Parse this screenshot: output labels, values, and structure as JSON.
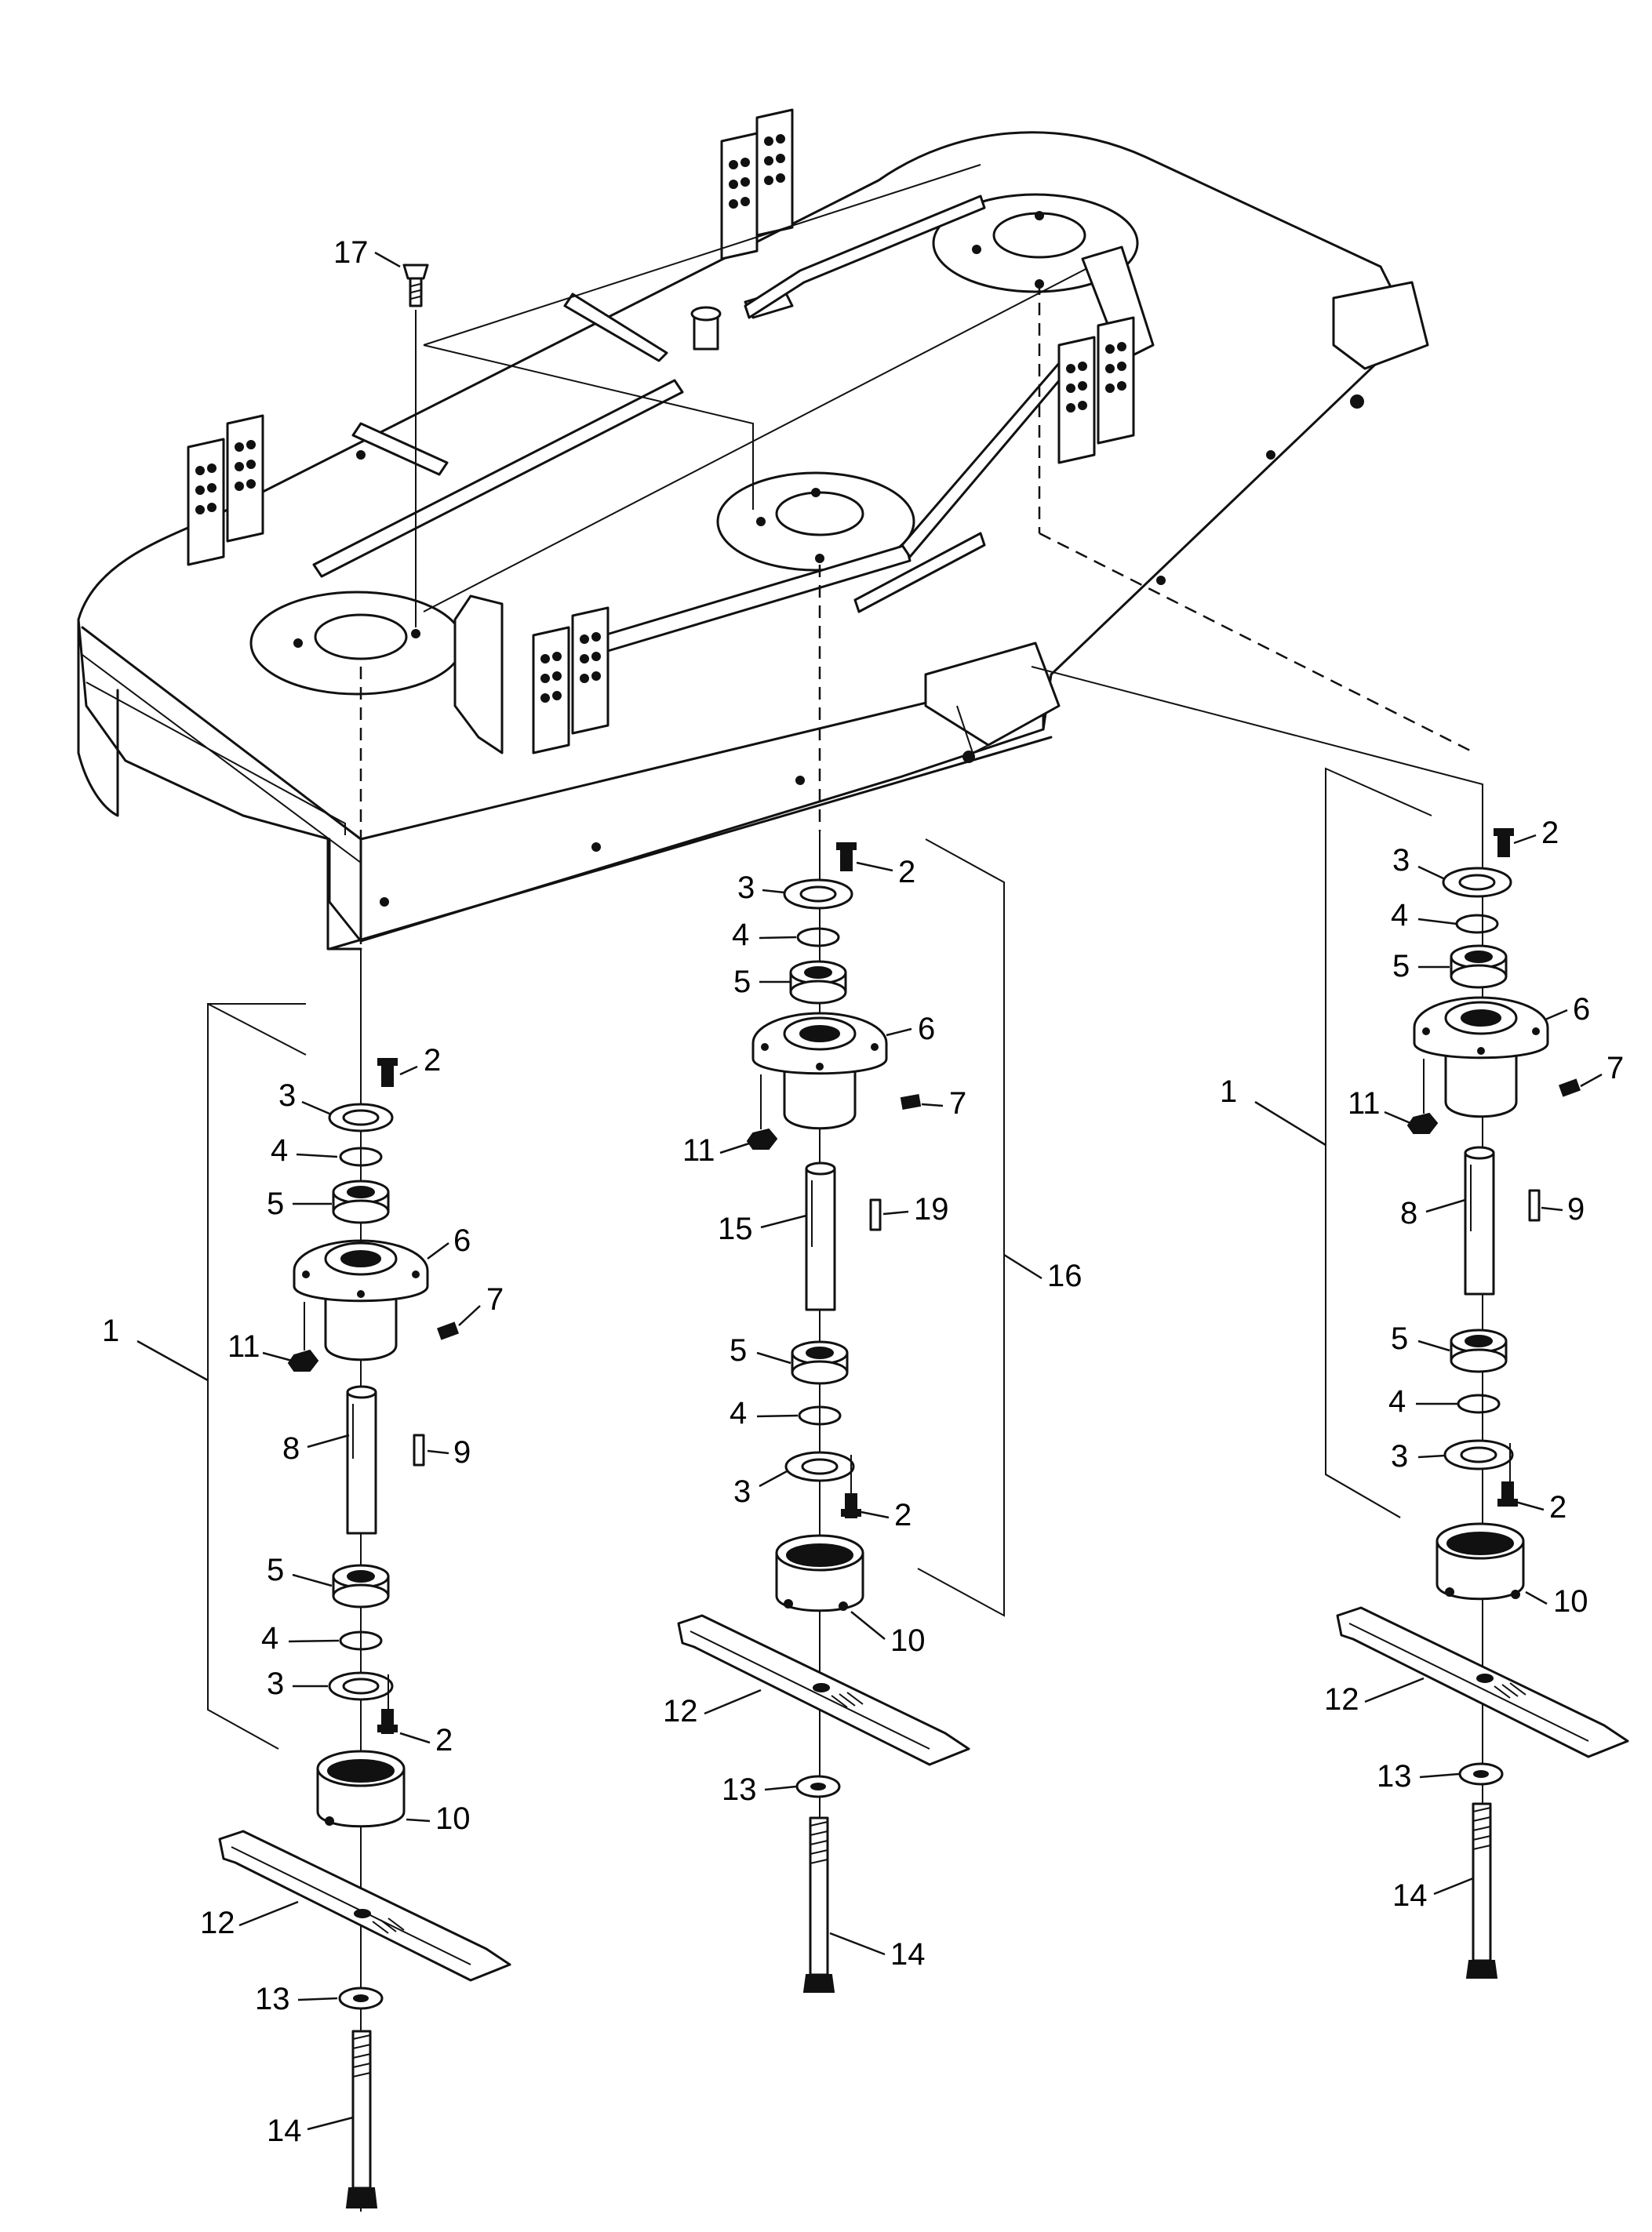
{
  "callouts": {
    "c17": "17",
    "left": {
      "n2a": "2",
      "n3a": "3",
      "n4a": "4",
      "n5a": "5",
      "n6": "6",
      "n7": "7",
      "n11": "11",
      "n1": "1",
      "n8": "8",
      "n9": "9",
      "n5b": "5",
      "n4b": "4",
      "n3b": "3",
      "n2b": "2",
      "n10": "10",
      "n12": "12",
      "n13": "13",
      "n14": "14"
    },
    "center": {
      "n2a": "2",
      "n3a": "3",
      "n4a": "4",
      "n5a": "5",
      "n6": "6",
      "n7": "7",
      "n11": "11",
      "n15": "15",
      "n19": "19",
      "n16": "16",
      "n5b": "5",
      "n4b": "4",
      "n3b": "3",
      "n2b": "2",
      "n10": "10",
      "n12": "12",
      "n13": "13",
      "n14": "14"
    },
    "right": {
      "n2a": "2",
      "n3a": "3",
      "n4a": "4",
      "n5a": "5",
      "n6": "6",
      "n7": "7",
      "n11": "11",
      "n1": "1",
      "n8": "8",
      "n9": "9",
      "n5b": "5",
      "n4b": "4",
      "n3b": "3",
      "n2b": "2",
      "n10": "10",
      "n12": "12",
      "n13": "13",
      "n14": "14"
    }
  }
}
